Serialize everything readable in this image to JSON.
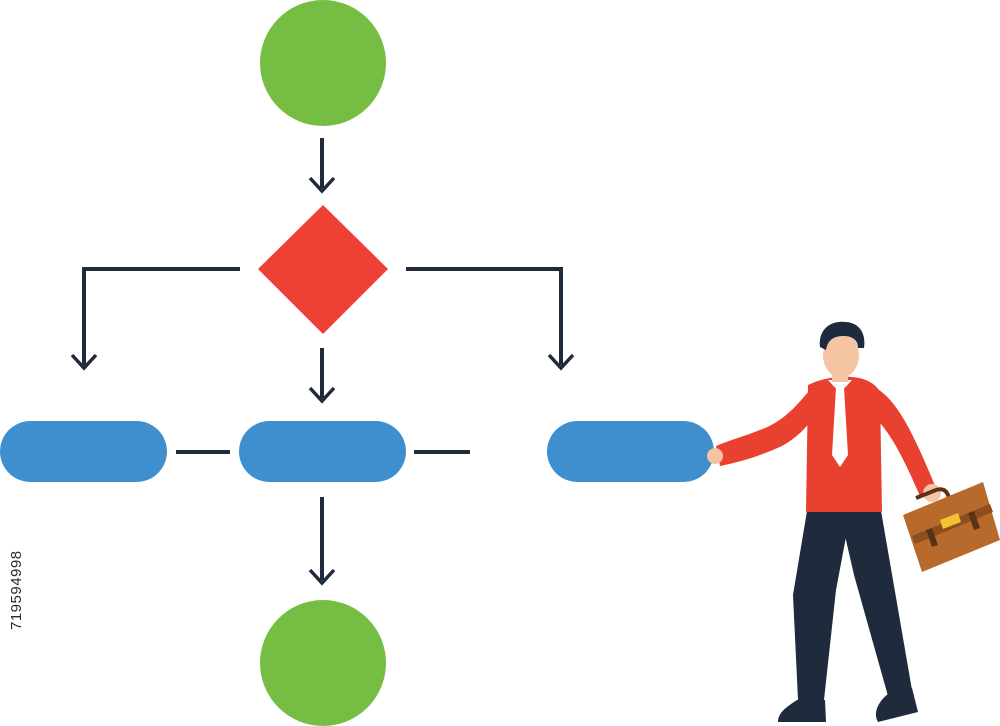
{
  "diagram": {
    "type": "flowchart",
    "nodes": [
      {
        "id": "start",
        "shape": "circle",
        "color": "#76bd43"
      },
      {
        "id": "decision",
        "shape": "diamond",
        "color": "#ee4035"
      },
      {
        "id": "process-left",
        "shape": "pill",
        "color": "#3f8fce"
      },
      {
        "id": "process-center",
        "shape": "pill",
        "color": "#3f8fce"
      },
      {
        "id": "process-right",
        "shape": "pill",
        "color": "#3f8fce"
      },
      {
        "id": "end",
        "shape": "circle",
        "color": "#76bd43"
      }
    ],
    "edges": [
      {
        "from": "start",
        "to": "decision",
        "arrow": true
      },
      {
        "from": "decision",
        "to": "process-left",
        "arrow": true
      },
      {
        "from": "decision",
        "to": "process-center",
        "arrow": true
      },
      {
        "from": "decision",
        "to": "process-right",
        "arrow": true
      },
      {
        "from": "process-center",
        "to": "end",
        "arrow": true
      },
      {
        "from": "process-left",
        "to": "process-center",
        "arrow": false
      },
      {
        "from": "process-center",
        "to": "process-right",
        "arrow": false
      }
    ],
    "line_color": "#1f2a3c"
  },
  "figure": {
    "description_icon": "businessman-with-briefcase-icon",
    "shirt_color": "#e8412f",
    "trousers_color": "#1f2a3c",
    "briefcase_color": "#b86a2c"
  },
  "watermark": {
    "stock_id": "719594998"
  }
}
